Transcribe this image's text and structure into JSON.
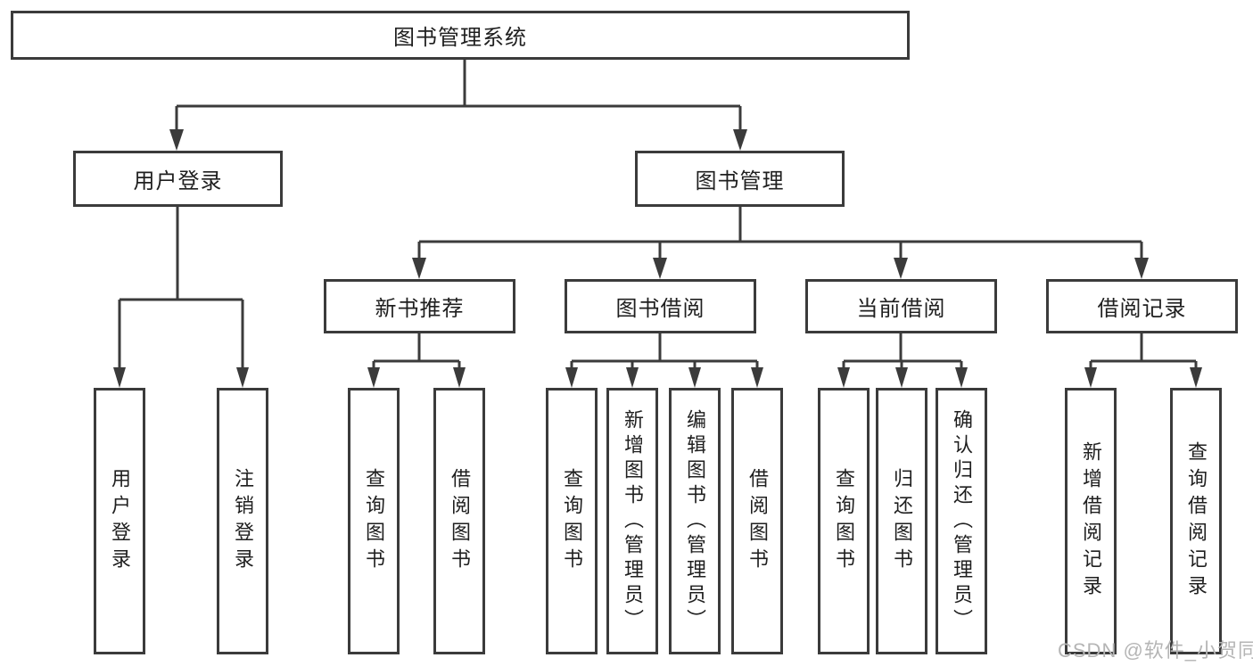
{
  "diagram_title": "图书管理系统",
  "tree": {
    "label": "图书管理系统",
    "children": [
      {
        "label": "用户登录",
        "children": [
          {
            "label": "用户登录"
          },
          {
            "label": "注销登录"
          }
        ]
      },
      {
        "label": "图书管理",
        "children": [
          {
            "label": "新书推荐",
            "children": [
              {
                "label": "查询图书"
              },
              {
                "label": "借阅图书"
              }
            ]
          },
          {
            "label": "图书借阅",
            "children": [
              {
                "label": "查询图书"
              },
              {
                "label": "新增图书（管理员）"
              },
              {
                "label": "编辑图书（管理员）"
              },
              {
                "label": "借阅图书"
              }
            ]
          },
          {
            "label": "当前借阅",
            "children": [
              {
                "label": "查询图书"
              },
              {
                "label": "归还图书"
              },
              {
                "label": "确认归还（管理员）"
              }
            ]
          },
          {
            "label": "借阅记录",
            "children": [
              {
                "label": "新增借阅记录"
              },
              {
                "label": "查询借阅记录"
              }
            ]
          }
        ]
      }
    ]
  },
  "watermark": {
    "text": "CSDN @软件_小贺同学"
  },
  "colors": {
    "line": "#3b3b3b",
    "text": "#1f1f1f",
    "watermark": "#b5b5b5",
    "background": "#ffffff"
  }
}
